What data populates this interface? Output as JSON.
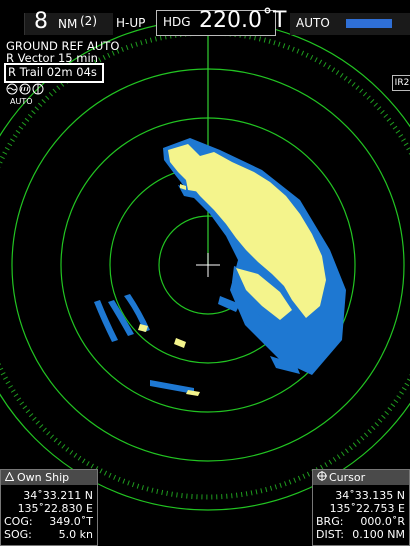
{
  "top_bar": {
    "range_value": "8",
    "range_unit": "NM",
    "range_scale": "(2)",
    "orientation": "H-UP",
    "heading_label": "HDG",
    "heading_value": "220.0˚T",
    "gain_mode": "AUTO"
  },
  "status": {
    "ground_ref": "GROUND REF AUTO",
    "vector": "R Vector 15 min",
    "trail": "R Trail 02m 04s",
    "auto_small": "AUTO",
    "ir_badge": "IR2"
  },
  "own_ship": {
    "title": "Own Ship",
    "lat": "34˚33.211 N",
    "lon": "135˚22.830 E",
    "cog_label": "COG:",
    "cog_value": "349.0˚T",
    "sog_label": "SOG:",
    "sog_value": "5.0 kn"
  },
  "cursor": {
    "title": "Cursor",
    "lat": "34˚33.135 N",
    "lon": "135˚22.753 E",
    "brg_label": "BRG:",
    "brg_value": "000.0˚R",
    "dist_label": "DIST:",
    "dist_value": "0.100 NM"
  },
  "colors": {
    "ring": "#22c422",
    "echo_strong": "#f4f48c",
    "echo_weak": "#1e78d2",
    "gain_bar": "#2f6fd6"
  }
}
